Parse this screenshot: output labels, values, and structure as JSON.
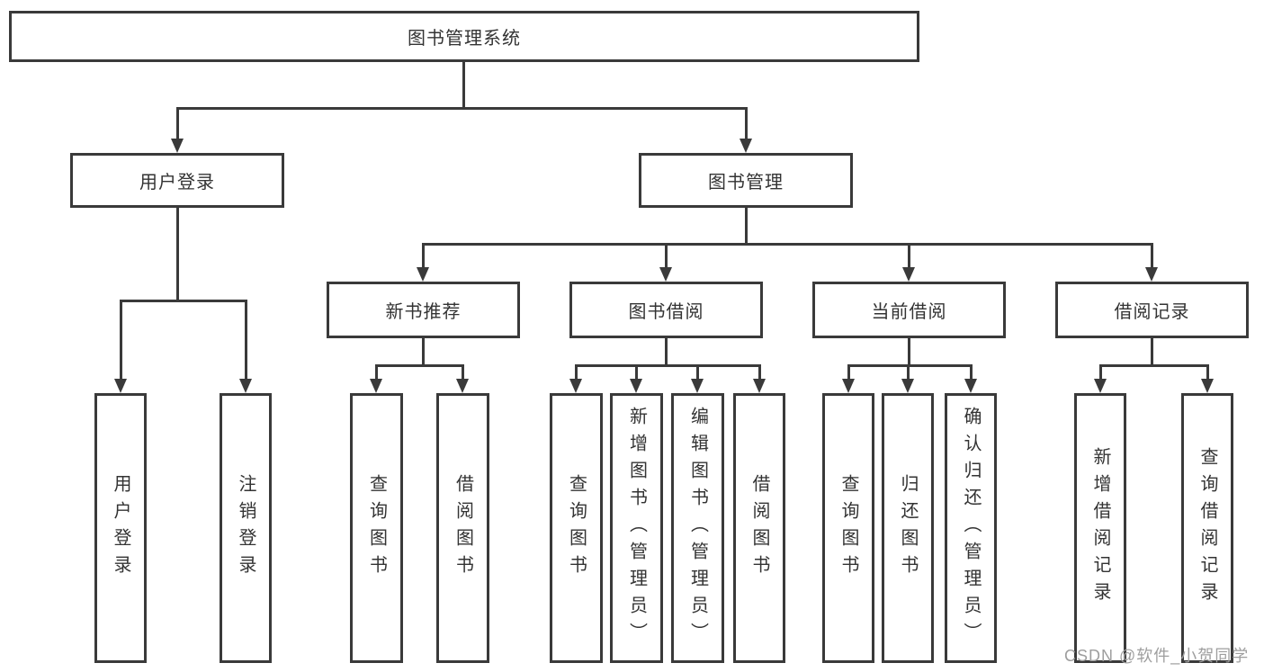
{
  "diagram": {
    "root": "图书管理系统",
    "level2": [
      "用户登录",
      "图书管理"
    ],
    "level3": [
      "新书推荐",
      "图书借阅",
      "当前借阅",
      "借阅记录"
    ],
    "leaves_user_login": [
      "用户登录",
      "注销登录"
    ],
    "leaves_new_book": [
      "查询图书",
      "借阅图书"
    ],
    "leaves_book_borrow": [
      "查询图书",
      "新增图书（管理员）",
      "编辑图书（管理员）",
      "借阅图书"
    ],
    "leaves_current_borrow": [
      "查询图书",
      "归还图书",
      "确认归还（管理员）"
    ],
    "leaves_borrow_record": [
      "新增借阅记录",
      "查询借阅记录"
    ]
  },
  "watermark": "CSDN @软件_小贺同学",
  "colors": {
    "line": "#3a3a3a",
    "text": "#333333",
    "watermark": "#9e9e9e",
    "background": "#ffffff"
  }
}
